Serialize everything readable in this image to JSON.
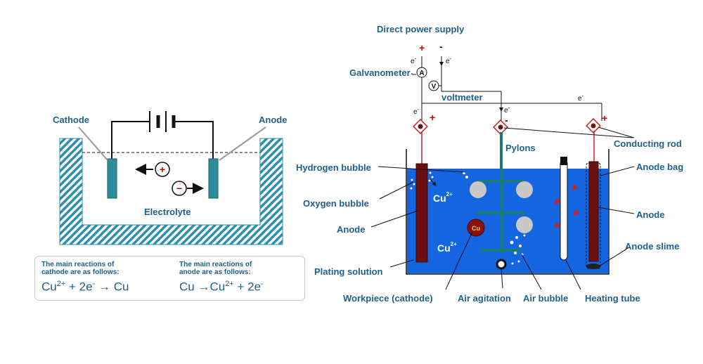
{
  "left_diagram": {
    "cathode_label": "Cathode",
    "anode_label": "Anode",
    "electrolyte_label": "Electrolyte",
    "cation_sign": "+",
    "anion_sign": "−"
  },
  "reactions": {
    "cathode_caption_1": "The main reactions of",
    "cathode_caption_2": "cathode are as follows:",
    "cathode_eq_a": "Cu",
    "cathode_eq_a_sup": "2+",
    "cathode_eq_b": " + 2e",
    "cathode_eq_b_sup": "-",
    "cathode_eq_c": " → Cu",
    "anode_caption_1": "The main reactions of",
    "anode_caption_2": "anode are as follows:",
    "anode_eq_a": "Cu →Cu",
    "anode_eq_a_sup": "2+",
    "anode_eq_b": " + 2e",
    "anode_eq_b_sup": "-"
  },
  "right_diagram": {
    "power_supply": "Direct power supply",
    "galvanometer": "Galvanometer",
    "voltmeter": "voltmeter",
    "meter_a": "A",
    "meter_v": "V",
    "pylons": "Pylons",
    "conducting_rod": "Conducting rod",
    "hydrogen_bubble": "Hydrogen bubble",
    "oxygen_bubble": "Oxygen bubble",
    "anode_left": "Anode",
    "plating_solution": "Plating solution",
    "anode_bag": "Anode bag",
    "anode_right": "Anode",
    "anode_slime": "Anode slime",
    "workpiece": "Workpiece (cathode)",
    "air_agitation": "Air agitation",
    "air_bubble": "Air bubble",
    "heating_tube": "Heating tube",
    "ion_cu": "Cu",
    "ion_sup": "2+",
    "cu_ball": "Cu",
    "electron": "e",
    "electron_sup": "-",
    "plus": "+",
    "minus": "-"
  },
  "colors": {
    "label": "#1f5f8b",
    "solution": "#1565e0",
    "electrode_teal": "#2e8b9a",
    "anode_bar": "#6b1010",
    "hatch": "#2b8fb0",
    "polarity_red": "#cc0000"
  }
}
